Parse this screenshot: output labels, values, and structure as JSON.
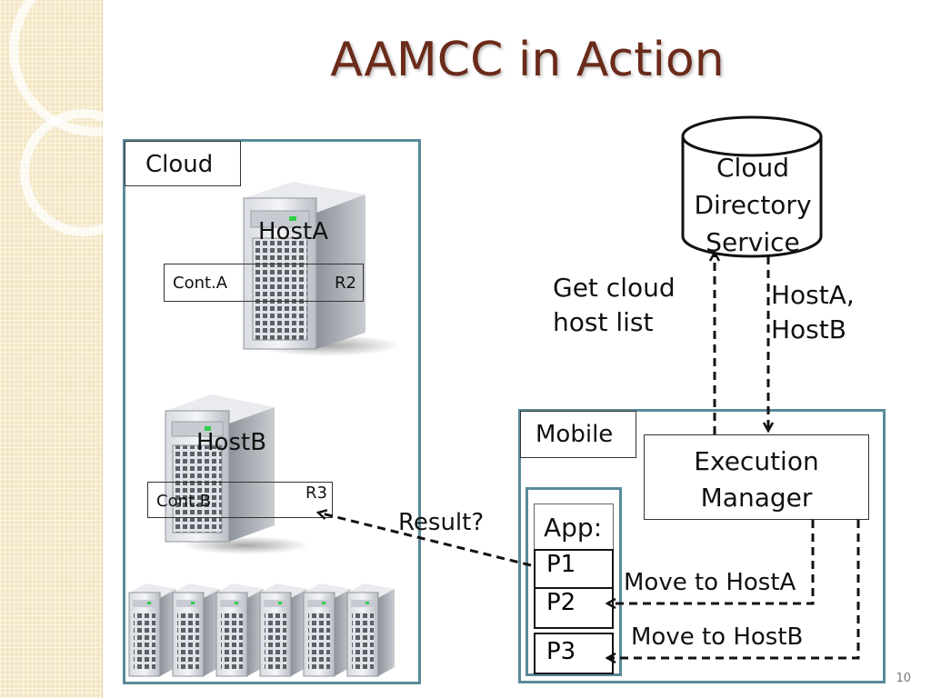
{
  "slide": {
    "title": "AAMCC in Action",
    "page_number": "10"
  },
  "cloud": {
    "label": "Cloud",
    "host_a": {
      "name": "HostA",
      "container": "Cont.A",
      "resource": "R2"
    },
    "host_b": {
      "name": "HostB",
      "container": "Cont.B",
      "resource": "R3"
    }
  },
  "directory": {
    "label_line1": "Cloud",
    "label_line2": "Directory",
    "label_line3": "Service",
    "request_line1": "Get cloud",
    "request_line2": "host list",
    "response_line1": "HostA,",
    "response_line2": "HostB"
  },
  "mobile": {
    "label": "Mobile",
    "execution_manager_line1": "Execution",
    "execution_manager_line2": "Manager",
    "app_label": "App:",
    "partitions": [
      "P1",
      "P2",
      "P3"
    ],
    "move_p2": "Move to HostA",
    "move_p3": "Move to HostB"
  },
  "result_label": "Result?"
}
